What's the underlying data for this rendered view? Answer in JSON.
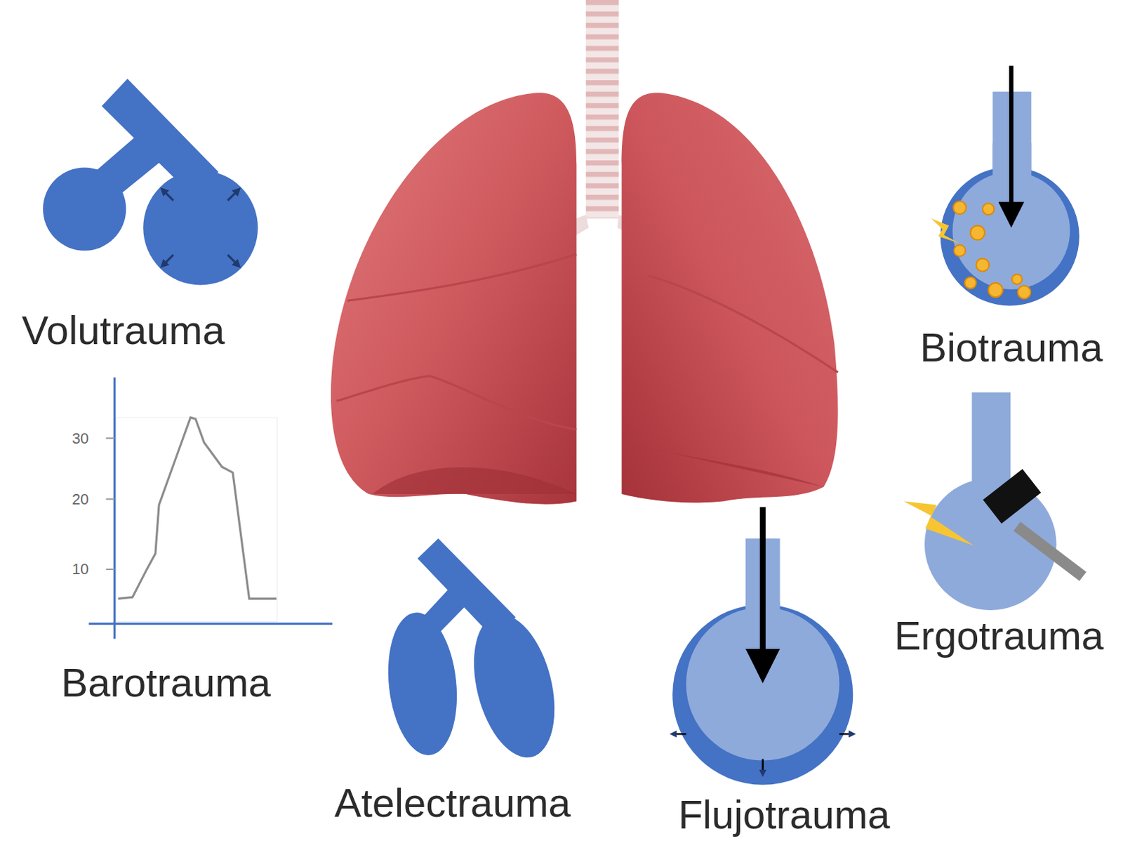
{
  "diagram": {
    "labels": [
      "Volutrauma",
      "Biotrauma",
      "30",
      "20",
      "10",
      "Barotrauma",
      "Ergotrauma",
      "Atelectrauma",
      "Flujotrauma"
    ]
  }
}
